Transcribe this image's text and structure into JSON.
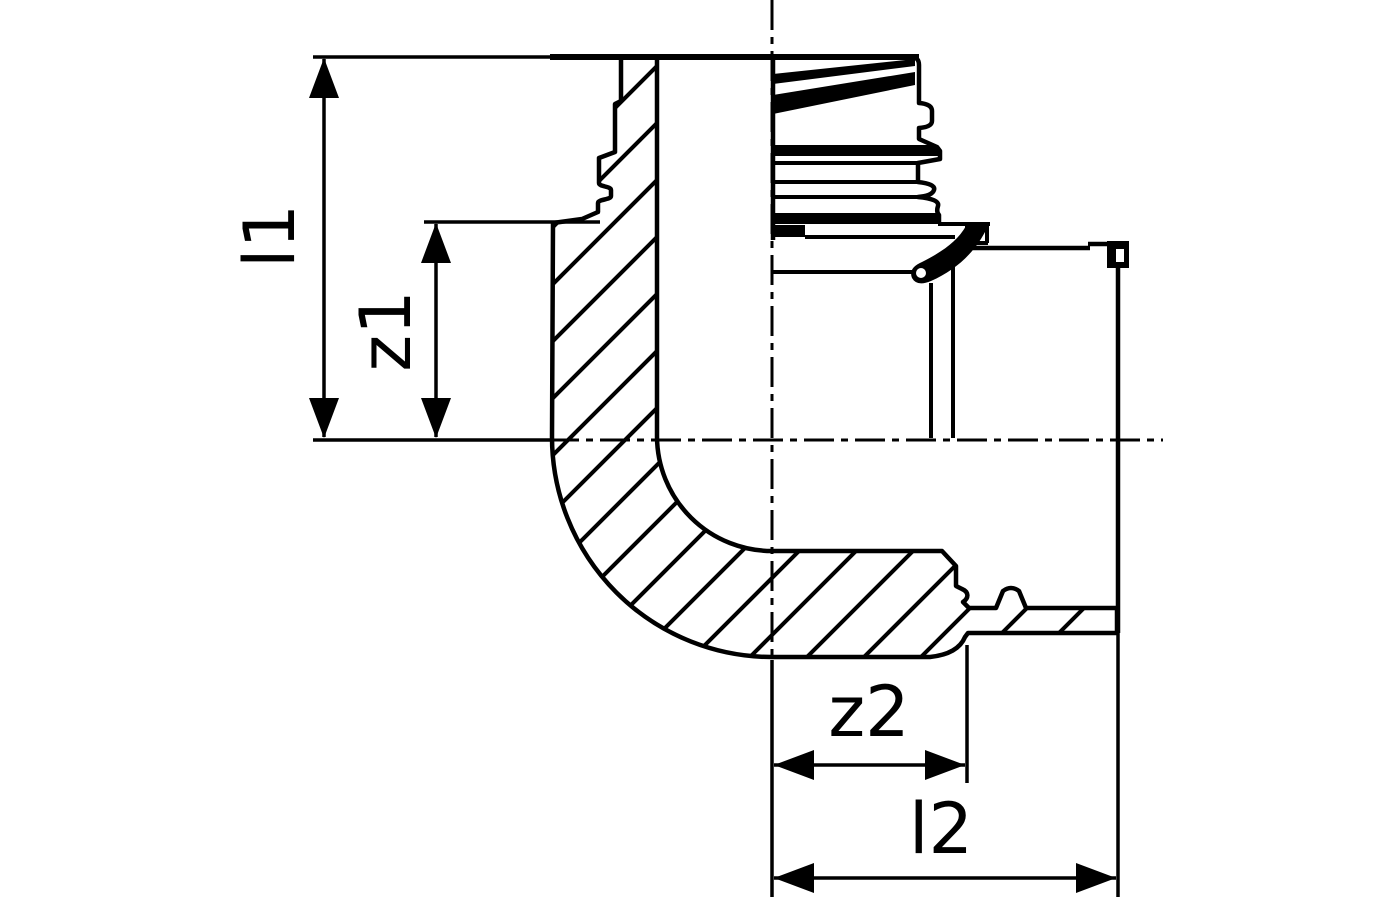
{
  "drawing": {
    "title": "pipe-elbow-90-section-technical-drawing",
    "colors": {
      "line": "#000000",
      "background": "#ffffff"
    },
    "dims": {
      "l1": {
        "label": "l1"
      },
      "z1": {
        "label": "z1"
      },
      "z2": {
        "label": "z2"
      },
      "l2": {
        "label": "l2"
      }
    }
  }
}
